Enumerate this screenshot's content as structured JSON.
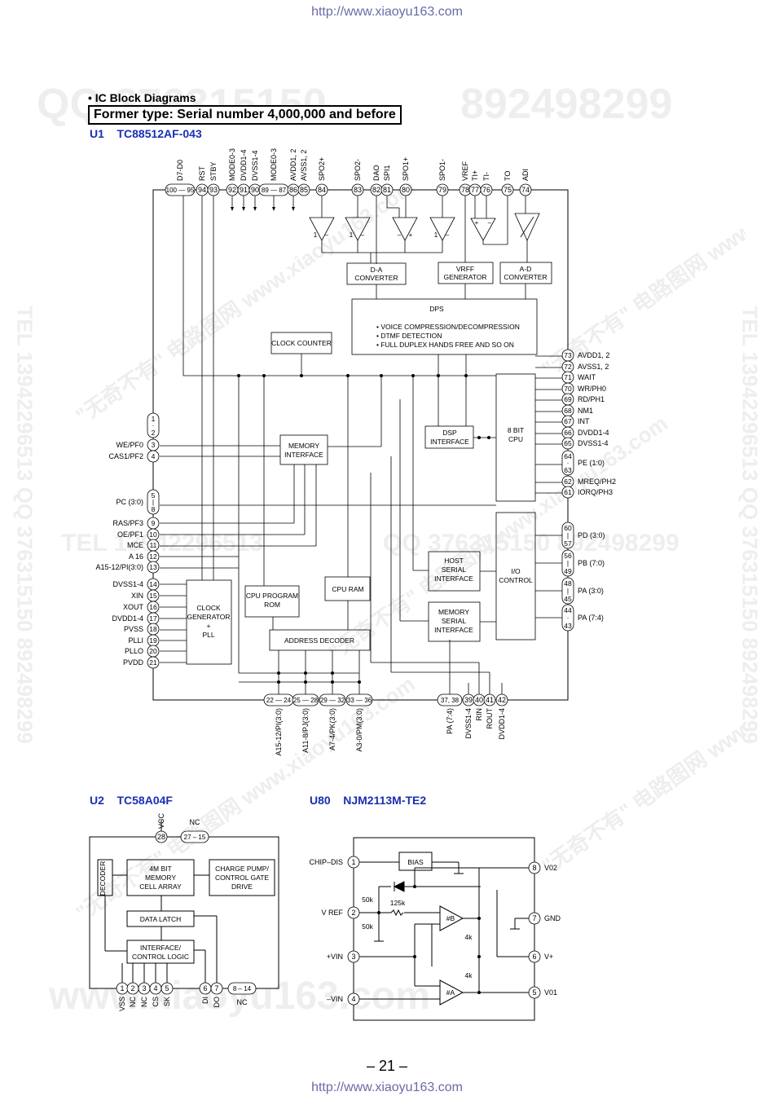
{
  "url_top": "http://www.xiaoyu163.com",
  "url_bottom": "http://www.xiaoyu163.com",
  "section_title": "• IC Block Diagrams",
  "former_type": "Former type: Serial number 4,000,000 and before",
  "page_number": "– 21 –",
  "watermarks": {
    "top_left": "QQ 376315150",
    "top_right": "892498299",
    "mid_left": "TEL 13942296513",
    "mid_right": "QQ 376315150 892498299",
    "side_left": "TEL 13942296513 QQ 376315150 892498299",
    "side_right": "TEL 13942296513 QQ 376315150 892498299",
    "diag": "\"无奇不有\" 电路图网 www.xiaoyu163.com",
    "bottom": "www.xiaoyu163.com"
  },
  "u1": {
    "ref": "U1",
    "part": "TC88512AF-043",
    "top_pins": [
      {
        "label": "D7-D0",
        "num": "100 — 95"
      },
      {
        "label": "RST",
        "num": "94"
      },
      {
        "label": "STBY",
        "num": "93"
      },
      {
        "label": "MODE0-3",
        "num": "92"
      },
      {
        "label": "DVDD1-4",
        "num": "91"
      },
      {
        "label": "DVSS1-4",
        "num": "90"
      },
      {
        "label": "MODE0-3",
        "num": "89 — 87"
      },
      {
        "label": "AVDD1, 2",
        "num": "86"
      },
      {
        "label": "AVSS1, 2",
        "num": "85"
      },
      {
        "label": "SPO2+",
        "num": "84"
      },
      {
        "label": "SPO2-",
        "num": "83"
      },
      {
        "label": "DAO",
        "num": "82"
      },
      {
        "label": "SPI1",
        "num": "81"
      },
      {
        "label": "SPO1+",
        "num": "80"
      },
      {
        "label": "SPO1-",
        "num": "79"
      },
      {
        "label": "VREF",
        "num": "78"
      },
      {
        "label": "TI+",
        "num": "77"
      },
      {
        "label": "TI-",
        "num": "76"
      },
      {
        "label": "TO",
        "num": "75"
      },
      {
        "label": "ADI",
        "num": "74"
      }
    ],
    "right_pins": [
      {
        "num": "73",
        "label": "AVDD1, 2"
      },
      {
        "num": "72",
        "label": "AVSS1, 2"
      },
      {
        "num": "71",
        "label": "WAIT"
      },
      {
        "num": "70",
        "label": "WR/PH0"
      },
      {
        "num": "69",
        "label": "RD/PH1"
      },
      {
        "num": "68",
        "label": "NM1"
      },
      {
        "num": "67",
        "label": "INT"
      },
      {
        "num": "66",
        "label": "DVDD1-4"
      },
      {
        "num": "65",
        "label": "DVSS1-4"
      },
      {
        "num": "64 · 63",
        "label": "PE (1:0)"
      },
      {
        "num": "62",
        "label": "MREQ/PH2"
      },
      {
        "num": "61",
        "label": "IORQ/PH3"
      },
      {
        "num": "60 | 57",
        "label": "PD (3:0)"
      },
      {
        "num": "56 | 49",
        "label": "PB (7:0)"
      },
      {
        "num": "48 | 45",
        "label": "PA (3:0)"
      },
      {
        "num": "44 · 43",
        "label": "PA (7:4)"
      }
    ],
    "left_pins": [
      {
        "num": "1 · 2",
        "label": ""
      },
      {
        "num": "3",
        "label": "WE/PF0"
      },
      {
        "num": "4",
        "label": "CAS1/PF2"
      },
      {
        "num": "5 | 8",
        "label": "PC (3:0)"
      },
      {
        "num": "9",
        "label": "RAS/PF3"
      },
      {
        "num": "10",
        "label": "OE/PF1"
      },
      {
        "num": "11",
        "label": "MCE"
      },
      {
        "num": "12",
        "label": "A 16"
      },
      {
        "num": "13",
        "label": "A15-12/PI(3:0)"
      },
      {
        "num": "14",
        "label": "DVSS1-4"
      },
      {
        "num": "15",
        "label": "XIN"
      },
      {
        "num": "16",
        "label": "XOUT"
      },
      {
        "num": "17",
        "label": "DVDD1-4"
      },
      {
        "num": "18",
        "label": "PVSS"
      },
      {
        "num": "19",
        "label": "PLLI"
      },
      {
        "num": "20",
        "label": "PLLO"
      },
      {
        "num": "21",
        "label": "PVDD"
      }
    ],
    "bottom_pins": [
      {
        "num": "22 — 24",
        "label": "A15-12/PI(3:0)"
      },
      {
        "num": "25 — 28",
        "label": "A11-8/PJ(3:0)"
      },
      {
        "num": "29 — 32",
        "label": "A7-4/PK(3:0)"
      },
      {
        "num": "33 — 36",
        "label": "A3-0/PM(3:0)"
      },
      {
        "num": "37, 38",
        "label": "PA (7:4)"
      },
      {
        "num": "39",
        "label": "DVSS1-4"
      },
      {
        "num": "40",
        "label": "RIN"
      },
      {
        "num": "41",
        "label": "ROUT"
      },
      {
        "num": "42",
        "label": "DVDD1-4"
      }
    ],
    "blocks": {
      "da": [
        "D-A",
        "CONVERTER"
      ],
      "vrff": [
        "VRFF",
        "GENERATOR"
      ],
      "ad": [
        "A-D",
        "CONVERTER"
      ],
      "dps_title": "DPS",
      "dps_items": [
        "• VOICE COMPRESSION/DECOMPRESSION",
        "• DTMF DETECTION",
        "• FULL DUPLEX HANDS FREE AND SO ON"
      ],
      "clock_counter": "CLOCK COUNTER",
      "dsp_if": [
        "DSP",
        "INTERFACE"
      ],
      "cpu": [
        "8 BIT",
        "CPU"
      ],
      "mem_if": [
        "MEMORY",
        "INTERFACE"
      ],
      "host_serial": [
        "HOST",
        "SERIAL",
        "INTERFACE"
      ],
      "mem_serial": [
        "MEMORY",
        "SERIAL",
        "INTERFACE"
      ],
      "io": [
        "I/O",
        "CONTROL"
      ],
      "clock_gen": [
        "CLOCK",
        "GENERATOR",
        "+",
        "PLL"
      ],
      "cpu_rom": [
        "CPU PROGRAM",
        "ROM"
      ],
      "cpu_ram": "CPU RAM",
      "addr_dec": "ADDRESS DECODER"
    },
    "amp_labels": [
      "1",
      "–",
      "1",
      "–",
      "–",
      "+",
      "1",
      "–",
      "+",
      "–"
    ]
  },
  "u2": {
    "ref": "U2",
    "part": "TC58A04F",
    "top_vcc": "VCC",
    "top_vcc_num": "28",
    "top_nc": "NC",
    "top_nc_num": "27 – 15",
    "decoder": "DECODER",
    "memory": [
      "4M BIT",
      "MEMORY",
      "CELL ARRAY"
    ],
    "charge": [
      "CHARGE PUMP/",
      "CONTROL GATE",
      "DRIVE"
    ],
    "latch": "DATA LATCH",
    "iface": [
      "INTERFACE/",
      "CONTROL LOGIC"
    ],
    "bottom_pins": [
      {
        "num": "1",
        "label": "VSS"
      },
      {
        "num": "2",
        "label": "NC"
      },
      {
        "num": "3",
        "label": "NC"
      },
      {
        "num": "4",
        "label": "CS"
      },
      {
        "num": "5",
        "label": "SK"
      },
      {
        "num": "6",
        "label": "DI"
      },
      {
        "num": "7",
        "label": "DO"
      },
      {
        "num": "8 – 14",
        "label": "NC"
      }
    ]
  },
  "u80": {
    "ref": "U80",
    "part": "NJM2113M-TE2",
    "left_pins": [
      {
        "num": "1",
        "label": "CHIP–DIS"
      },
      {
        "num": "2",
        "label": "V REF"
      },
      {
        "num": "3",
        "label": "+VIN"
      },
      {
        "num": "4",
        "label": "–VIN"
      }
    ],
    "right_pins": [
      {
        "num": "8",
        "label": "V02"
      },
      {
        "num": "7",
        "label": "GND"
      },
      {
        "num": "6",
        "label": "V+"
      },
      {
        "num": "5",
        "label": "V01"
      }
    ],
    "bias": "BIAS",
    "r50k_a": "50k",
    "r50k_b": "50k",
    "r125k": "125k",
    "r4k_a": "4k",
    "r4k_b": "4k",
    "ampB": "#B",
    "ampA": "#A"
  }
}
